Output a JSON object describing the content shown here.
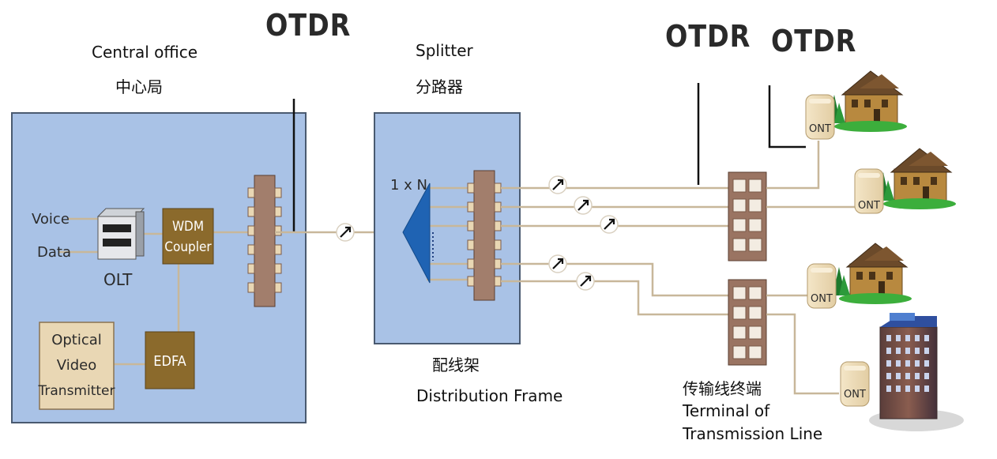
{
  "labels": {
    "central_office_en": "Central office",
    "central_office_cn": "中心局",
    "splitter_en": "Splitter",
    "splitter_cn": "分路器",
    "distribution_frame_cn": "配线架",
    "distribution_frame_en": "Distribution Frame",
    "terminal_cn": "传输线终端",
    "terminal_en_line1": "Terminal of",
    "terminal_en_line2": "Transmission Line"
  },
  "otdr": {
    "label": "OTDR"
  },
  "central_office_box": {
    "voice": "Voice",
    "data": "Data",
    "olt": "OLT",
    "wdm_line1": "WDM",
    "wdm_line2": "Coupler",
    "edfa": "EDFA",
    "ovt_line1": "Optical",
    "ovt_line2": "Video",
    "ovt_line3": "Transmitter"
  },
  "splitter_box": {
    "ratio": "1 x N"
  },
  "ont": {
    "label": "ONT"
  },
  "colors": {
    "box_fill": "#a9c2e6",
    "box_stroke": "#4a5a70",
    "fiber": "#c8b79a",
    "connector": "#a27e6c",
    "wdm": "#8b6a2c",
    "splitter_triangle": "#1f63b3",
    "terminal_box": "#9a7462"
  }
}
